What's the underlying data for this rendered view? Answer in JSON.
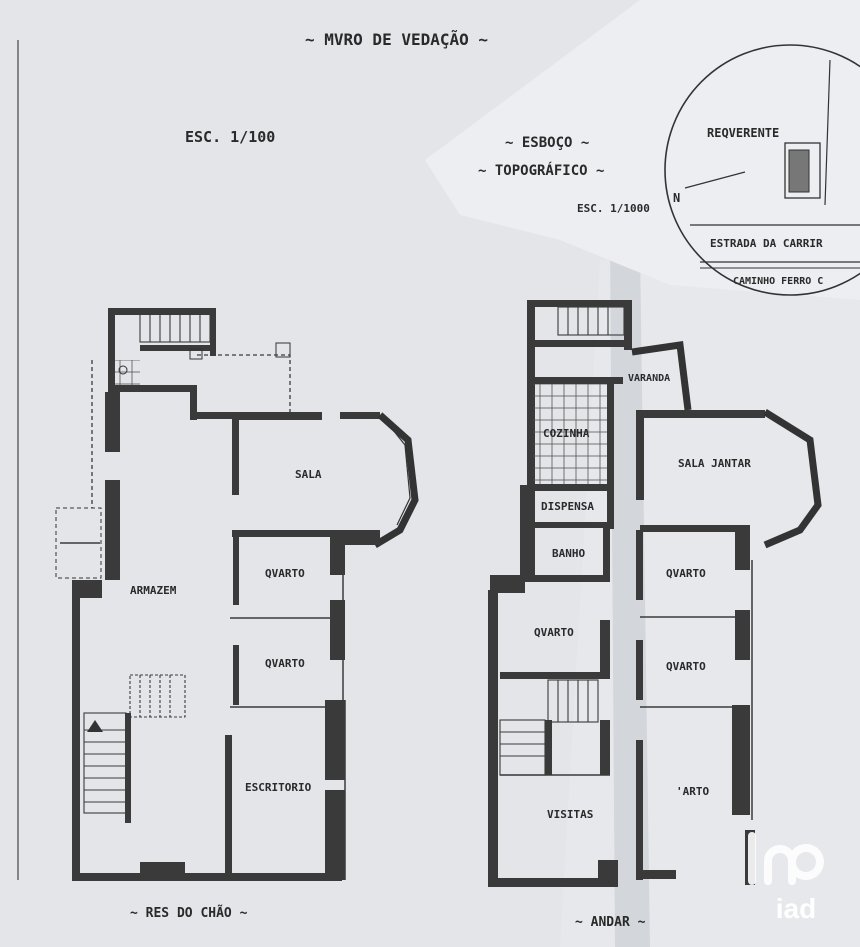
{
  "header": {
    "wall_title": "~ MVRO DE VEDAÇÃO ~",
    "scale_main": "ESC. 1/100"
  },
  "topographic": {
    "title_line1": "~ ESBOÇO ~",
    "title_line2": "~ TOPOGRÁFICO ~",
    "scale": "ESC. 1/1000",
    "requerente": "REQVERENTE",
    "north": "N",
    "road": "ESTRADA DA CARRIR",
    "railway": "CAMINHO FERRO C"
  },
  "ground_floor": {
    "caption": "~ RES DO CHÃO ~",
    "rooms": {
      "sala": "SALA",
      "quarto_1": "QVARTO",
      "quarto_2": "QVARTO",
      "armazem": "ARMAZEM",
      "escritorio": "ESCRITORIO"
    }
  },
  "upper_floor": {
    "caption": "~ ANDAR ~",
    "rooms": {
      "varanda": "VARANDA",
      "cozinha": "COZINHA",
      "dispensa": "DISPENSA",
      "banho": "BANHO",
      "sala_jantar": "SALA JANTAR",
      "quarto_1": "QVARTO",
      "quarto_2": "QVARTO",
      "quarto_3": "QVARTO",
      "quarto_4": "'ARTO",
      "visitas": "VISITAS"
    }
  },
  "watermark": {
    "text": "iad"
  },
  "colors": {
    "paper": "#e4e6ea",
    "ink": "#2a2a2a",
    "background": "#6f7378",
    "watermark": "#ffffff"
  }
}
